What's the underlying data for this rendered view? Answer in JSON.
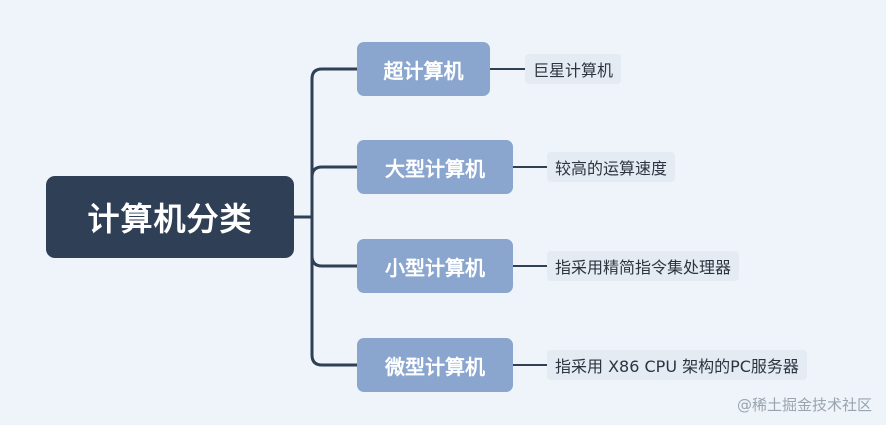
{
  "root": {
    "label": "计算机分类"
  },
  "branches": [
    {
      "label": "超计算机",
      "description": "巨星计算机"
    },
    {
      "label": "大型计算机",
      "description": "较高的运算速度"
    },
    {
      "label": "小型计算机",
      "description": "指采用精简指令集处理器"
    },
    {
      "label": "微型计算机",
      "description": "指采用 X86 CPU 架构的PC服务器"
    }
  ],
  "watermark": "@稀土掘金技术社区",
  "colors": {
    "background": "#eef4f9",
    "root_fill": "#2e3f56",
    "branch_fill": "#8aa6cf",
    "leaf_fill": "#e4ebf3",
    "connector": "#2e3f56"
  }
}
